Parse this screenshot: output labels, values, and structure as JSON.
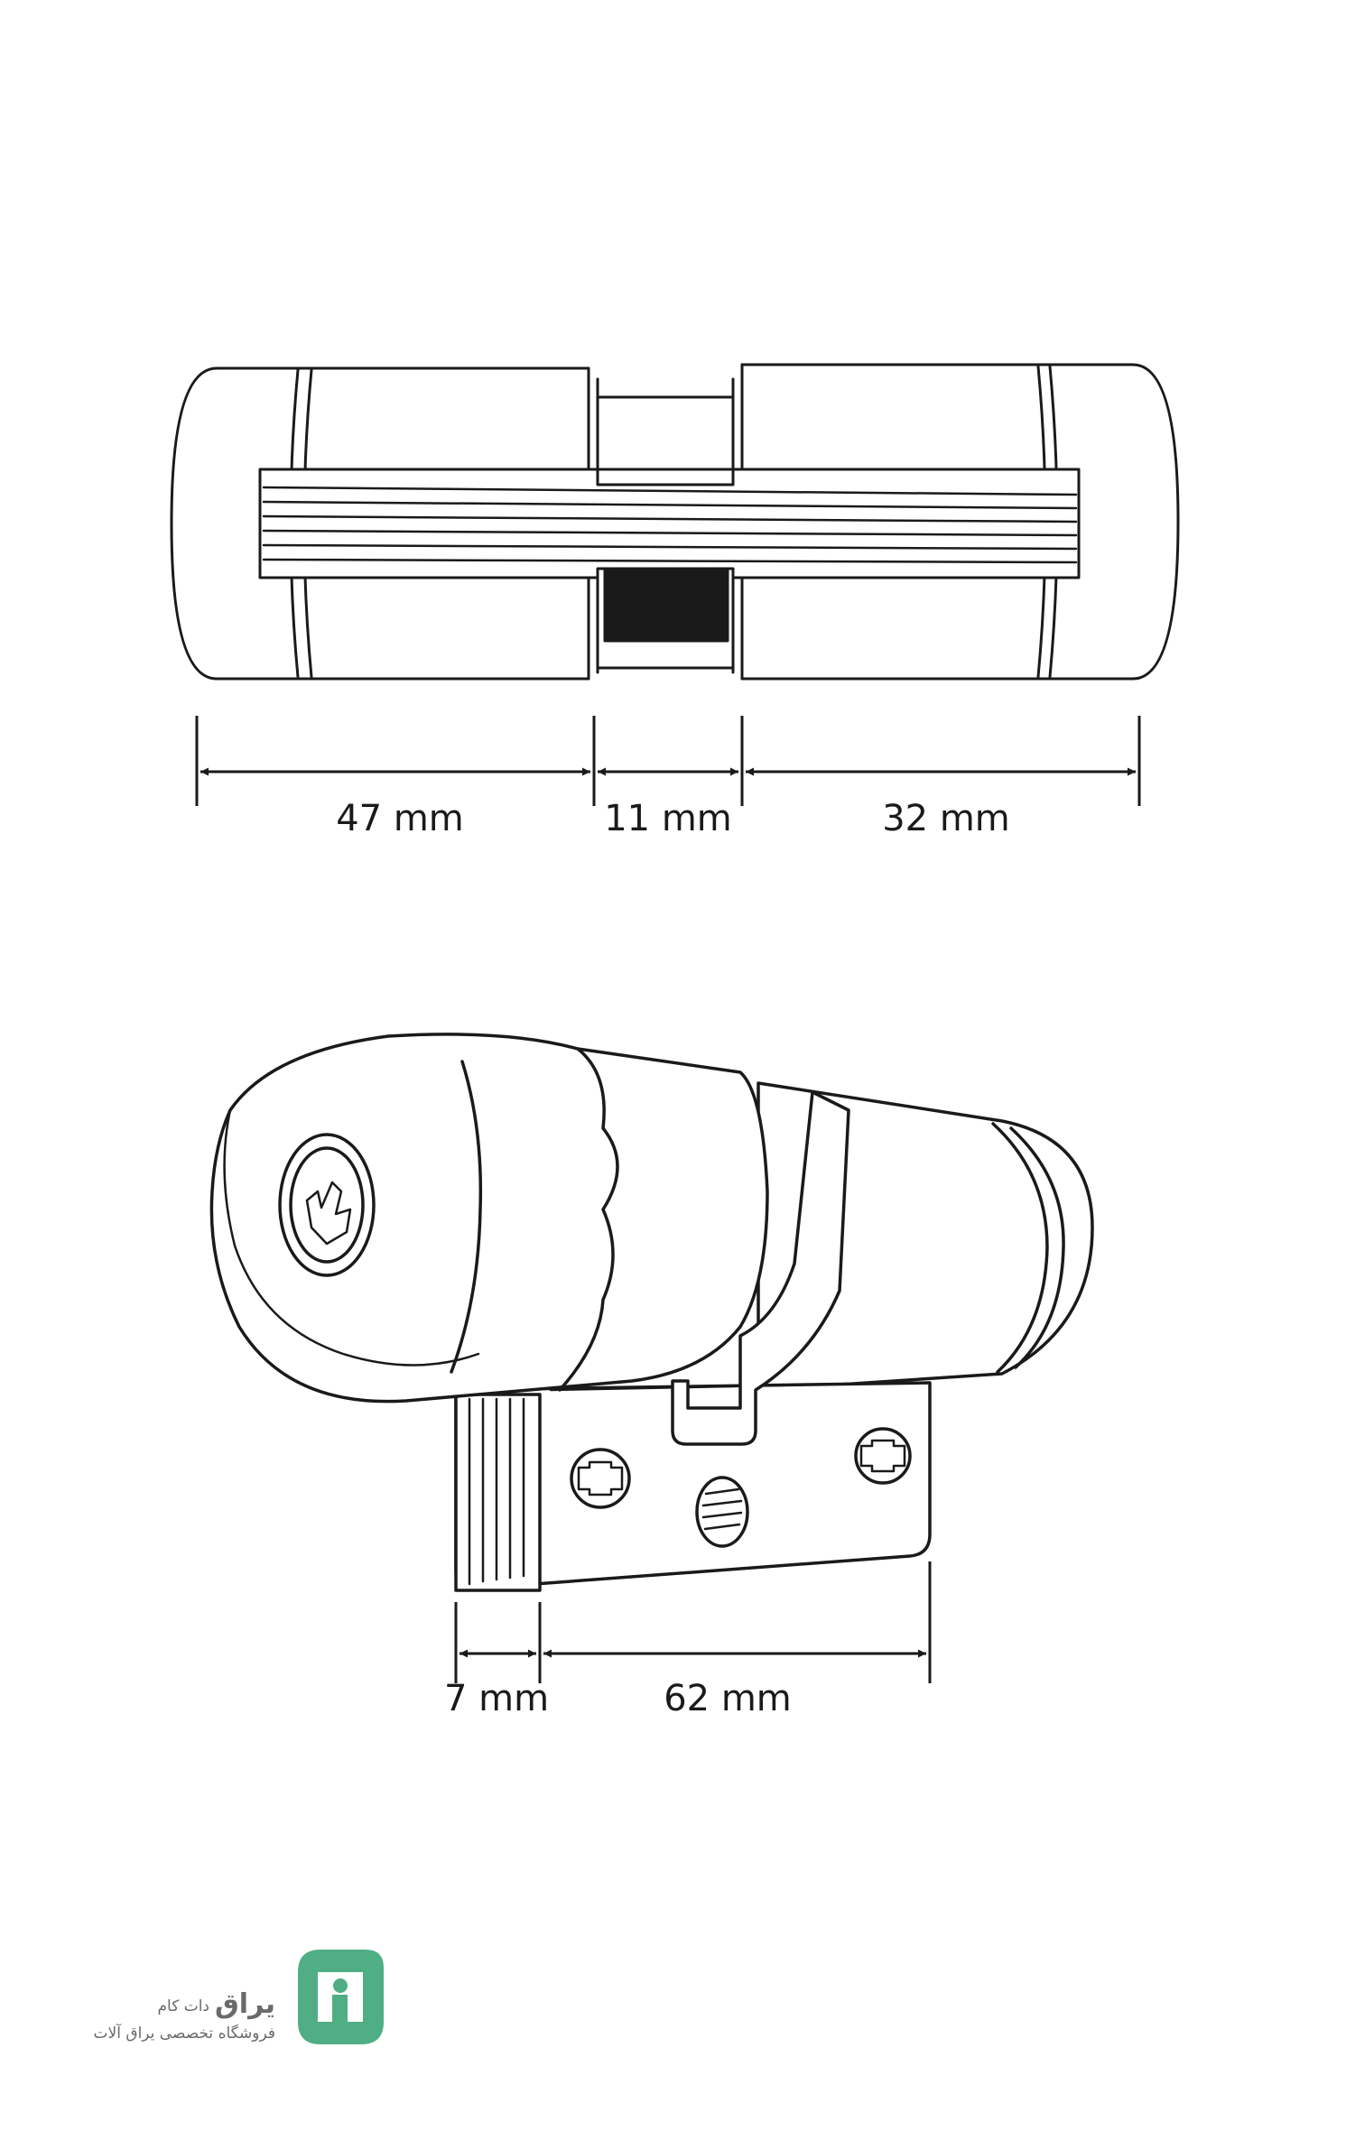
{
  "diagram": {
    "top_view": {
      "dimensions": [
        {
          "label": "47 mm"
        },
        {
          "label": "11 mm"
        },
        {
          "label": "32 mm"
        }
      ]
    },
    "side_view": {
      "dimensions": [
        {
          "label": "7 mm"
        },
        {
          "label": "62 mm"
        }
      ]
    }
  },
  "brand": {
    "name": "یراق",
    "suffix": "دات کام",
    "tagline": "فروشگاه تخصصی یراق آلات",
    "color": "#4fae84"
  },
  "colors": {
    "line": "#1a1a1a",
    "fill": "#ffffff"
  }
}
